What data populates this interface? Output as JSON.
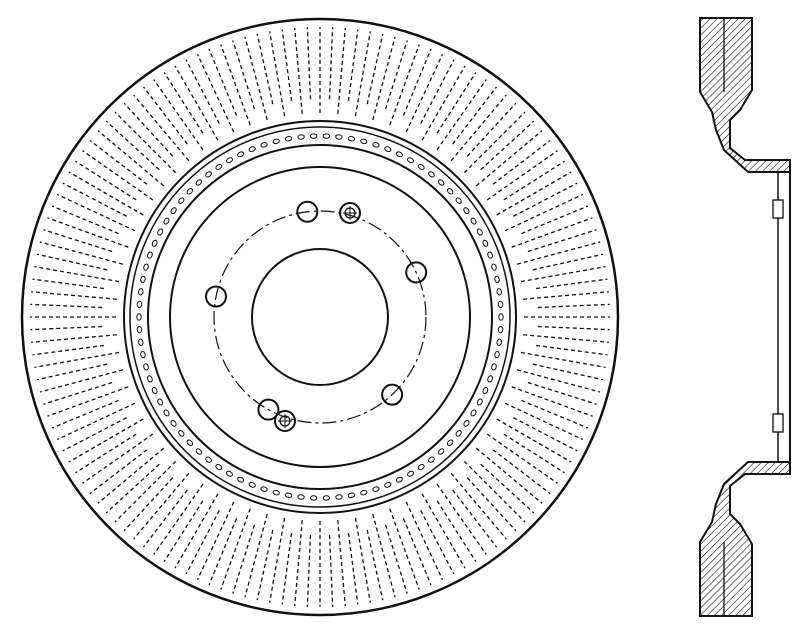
{
  "drawing": {
    "subject": "brake-rotor",
    "views": [
      "front-view",
      "cross-section-view"
    ],
    "colors": {
      "line": "#111111",
      "background": "#ffffff",
      "hatch": "#111111"
    },
    "lug_holes": 5,
    "marked_holes": 2
  }
}
